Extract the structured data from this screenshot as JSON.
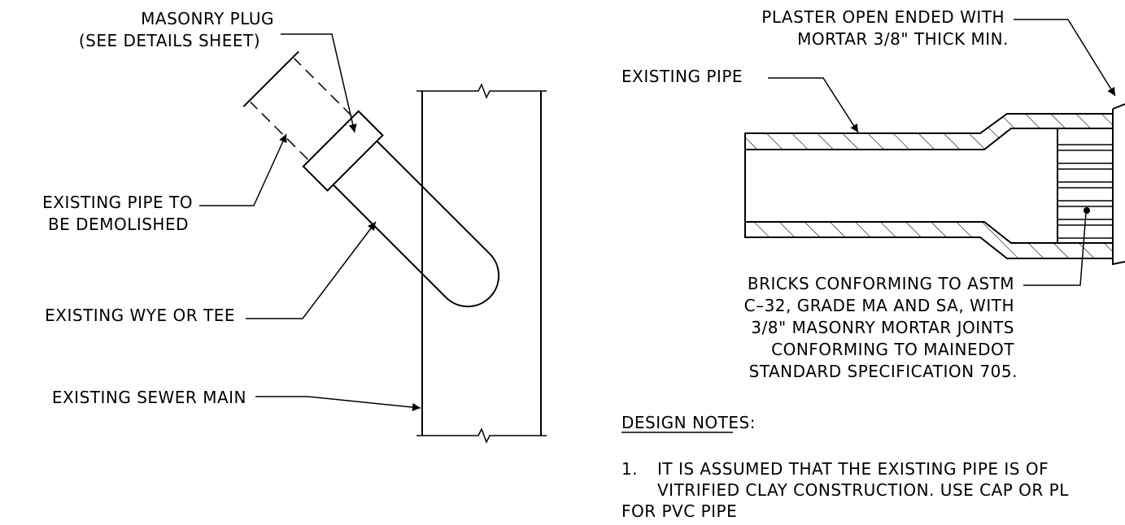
{
  "labels": {
    "masonry_plug_1": "MASONRY PLUG",
    "masonry_plug_2": "(SEE DETAILS SHEET)",
    "pipe_demolish_1": "EXISTING PIPE TO",
    "pipe_demolish_2": "BE DEMOLISHED",
    "wye_tee": "EXISTING WYE OR TEE",
    "sewer_main": "EXISTING SEWER MAIN",
    "plaster_1": "PLASTER OPEN ENDED WITH",
    "plaster_2": "MORTAR 3/8\" THICK MIN.",
    "existing_pipe": "EXISTING PIPE",
    "bricks_1": "BRICKS CONFORMING TO ASTM",
    "bricks_2": "C–32, GRADE MA AND SA, WITH",
    "bricks_3": "3/8\" MASONRY MORTAR JOINTS",
    "bricks_4": "CONFORMING TO MAINEDOT",
    "bricks_5": "STANDARD SPECIFICATION 705."
  },
  "design_notes": {
    "heading": "DESIGN NOTES:",
    "note_1_number": "1.",
    "note_1_line_1": "IT IS ASSUMED THAT THE EXISTING PIPE IS OF",
    "note_1_line_2": "VITRIFIED CLAY CONSTRUCTION. USE CAP OR PL",
    "note_1_line_3": "FOR PVC PIPE"
  }
}
